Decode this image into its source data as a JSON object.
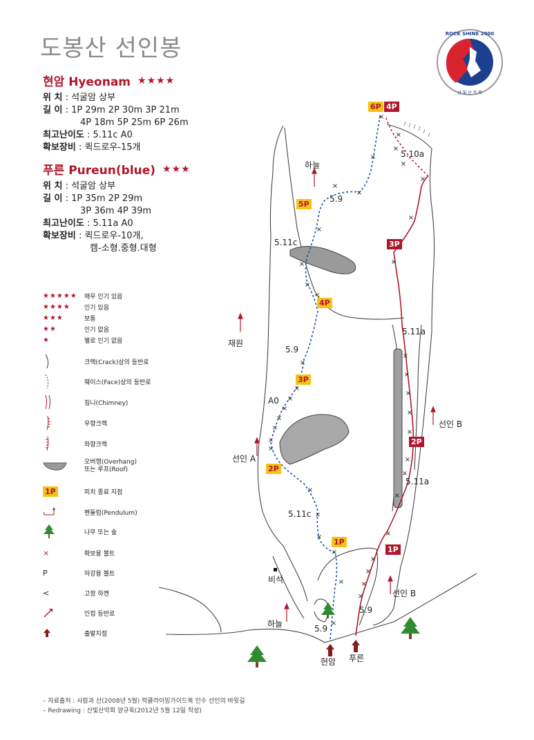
{
  "title": "도봉산 선인봉",
  "logo": {
    "text": "ROCK SHINE 2000",
    "sub": "산 빛 산 악 회"
  },
  "routes": [
    {
      "name": "현암 Hyeonam",
      "stars": "★★★★",
      "location_label": "위  치",
      "location": " : 석굴암 상부",
      "length_label": "길  이",
      "length1": " : 1P 29m  2P 30m  3P 21m",
      "length2": "4P 18m  5P 25m  6P 26m",
      "grade_label": "최고난이도",
      "grade": " : 5.11c  A0",
      "gear_label": "확보장비",
      "gear1": " : 퀵드로우-15개",
      "gear2": ""
    },
    {
      "name": "푸른 Pureun(blue)",
      "stars": "★★★",
      "location_label": "위  치",
      "location": " : 석굴암 상부",
      "length_label": "길  이",
      "length1": " : 1P 35m  2P 29m",
      "length2": "3P 36m  4P 39m",
      "grade_label": "최고난이도",
      "grade": " : 5.11a  A0",
      "gear_label": "확보장비",
      "gear1": " : 퀵드로우-10개,",
      "gear2": "캠-소형.중형.대형"
    }
  ],
  "legend": [
    {
      "icon": "five-stars",
      "symbol": "★★★★★",
      "label": "매우 인기 있음"
    },
    {
      "icon": "four-stars",
      "symbol": "★★★★",
      "label": "인기 있음"
    },
    {
      "icon": "three-stars",
      "symbol": "★★★",
      "label": "보통"
    },
    {
      "icon": "two-stars",
      "symbol": "★★",
      "label": "인기 없음"
    },
    {
      "icon": "one-star",
      "symbol": "★",
      "label": "별로 인기 없음"
    },
    {
      "icon": "crack-line",
      "label": "크랙(Crack)상의 등반로"
    },
    {
      "icon": "face-dotted",
      "label": "훼이스(Face)상의 등반로"
    },
    {
      "icon": "chimney",
      "label": "침니(Chimney)"
    },
    {
      "icon": "right-crack",
      "label": "우향크랙"
    },
    {
      "icon": "left-crack",
      "label": "좌향크랙"
    },
    {
      "icon": "overhang",
      "label": "오버행(Overhang)",
      "label2": "또는 루프(Roof)"
    },
    {
      "icon": "pitch-box",
      "symbol": "1P",
      "label": "피치 종료 지점"
    },
    {
      "icon": "pendulum",
      "label": "펜듈럼(Pendulum)"
    },
    {
      "icon": "tree",
      "label": "나무 또는 숲"
    },
    {
      "icon": "bolt",
      "symbol": "×",
      "label": "확보용 볼트"
    },
    {
      "icon": "rappel-bolt",
      "symbol": "P",
      "label": "하강용 볼트"
    },
    {
      "icon": "fixed-hanger",
      "symbol": "<",
      "label": "고정 하켄"
    },
    {
      "icon": "adjacent-route",
      "label": "인접 등반로"
    },
    {
      "icon": "start-point",
      "label": "출발지점"
    }
  ],
  "map": {
    "pitches_hyeonam": [
      "1P",
      "2P",
      "3P",
      "4P",
      "5P",
      "6P"
    ],
    "pitches_pureun": [
      "1P",
      "2P",
      "3P",
      "4P"
    ],
    "grades": {
      "g1": "5.9",
      "g2": "5.11c",
      "g3": "A0",
      "g4": "5.9",
      "g5": "5.11c",
      "g6": "5.9",
      "g7": "5.10a",
      "g8": "5.11a",
      "g9": "5.11a",
      "g10": "5.9"
    },
    "neighbors": {
      "haneul_top": "하늘",
      "jaewon": "재원",
      "seonin_a": "선인 A",
      "seonin_b_right": "선인 B",
      "seonin_b_low": "선인 B",
      "haneul_bottom": "하늘",
      "biseok": "비석"
    },
    "starts": {
      "hyeonam": "현암",
      "pureun": "푸른"
    }
  },
  "sources": {
    "line1": "– 자료출처 : 사람과 산(2008년 5월) 락클라이밍가이드북 인수 선인의 바윗길",
    "line2": "– Redrawing : 산빛산악회 양규욱(2012년 5월 12일 작성)"
  },
  "colors": {
    "accent": "#b0162a",
    "pitch_yellow": "#f6c21a",
    "route_blue": "#1b4fa8",
    "title_gray": "#8a8a8a"
  }
}
